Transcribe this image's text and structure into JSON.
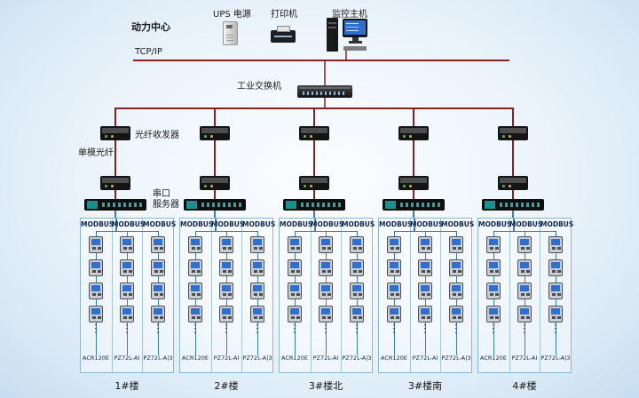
{
  "labels": {
    "power_center": "动力中心",
    "ups": "UPS 电源",
    "printer": "打印机",
    "host": "监控主机",
    "tcpip": "TCP/IP",
    "switch": "工业交换机",
    "fiber_transceiver": "光纤收发器",
    "single_mode_fiber": "单模光纤",
    "serial_server": "串口\n服务器"
  },
  "colors": {
    "bus_line": "#8b1f1f",
    "device_line": "#3a7bbf",
    "box_border": "#8ab6d9",
    "meter_screen": "#2e6fd0"
  },
  "group_defaults": {
    "modbus_header": "MODBUS",
    "dots": "⋮",
    "models": [
      "ACR120E",
      "PZ72L-AI",
      "PZ72L-A|3"
    ],
    "meters_per_column": 4,
    "columns": 3
  },
  "groups": [
    {
      "building": "1#楼"
    },
    {
      "building": "2#楼"
    },
    {
      "building": "3#楼北"
    },
    {
      "building": "3#楼南"
    },
    {
      "building": "4#楼"
    }
  ]
}
